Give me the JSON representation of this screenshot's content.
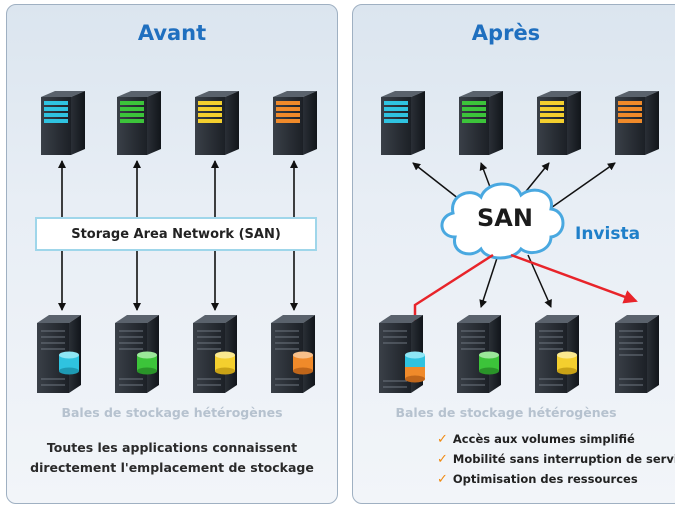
{
  "colors": {
    "title_blue": "#1f6fbf",
    "invista_blue": "#1f7fc9",
    "highlight_arrow": "#e8242a",
    "cyan": "#2fc3e0",
    "green": "#3cc43a",
    "yellow": "#f4cf2e",
    "orange": "#f08a2a"
  },
  "left_panel": {
    "title": "Avant",
    "san_box_label": "Storage Area Network (SAN)",
    "storage_caption": "Bales de stockage hétérogènes",
    "note_line1": "Toutes les applications connaissent",
    "note_line2": "directement l'emplacement de stockage",
    "servers": [
      {
        "icon": "server-icon",
        "color": "cyan"
      },
      {
        "icon": "server-icon",
        "color": "green"
      },
      {
        "icon": "server-icon",
        "color": "yellow"
      },
      {
        "icon": "server-icon",
        "color": "orange"
      }
    ],
    "storage": [
      {
        "icon": "storage-array-icon",
        "disk": "cyan"
      },
      {
        "icon": "storage-array-icon",
        "disk": "green"
      },
      {
        "icon": "storage-array-icon",
        "disk": "yellow"
      },
      {
        "icon": "storage-array-icon",
        "disk": "orange"
      }
    ]
  },
  "right_panel": {
    "title": "Après",
    "san_cloud_label": "SAN",
    "invista_label": "Invista",
    "storage_caption": "Bales de stockage hétérogènes",
    "benefits": [
      "Accès aux volumes simplifié",
      "Mobilité sans interruption de service",
      "Optimisation des ressources"
    ],
    "servers": [
      {
        "icon": "server-icon",
        "color": "cyan"
      },
      {
        "icon": "server-icon",
        "color": "green"
      },
      {
        "icon": "server-icon",
        "color": "yellow"
      },
      {
        "icon": "server-icon",
        "color": "orange"
      }
    ],
    "storage": [
      {
        "icon": "storage-array-icon",
        "disk": "cyan-orange"
      },
      {
        "icon": "storage-array-icon",
        "disk": "green"
      },
      {
        "icon": "storage-array-icon",
        "disk": "yellow"
      },
      {
        "icon": "storage-array-icon",
        "disk": "none"
      }
    ]
  }
}
